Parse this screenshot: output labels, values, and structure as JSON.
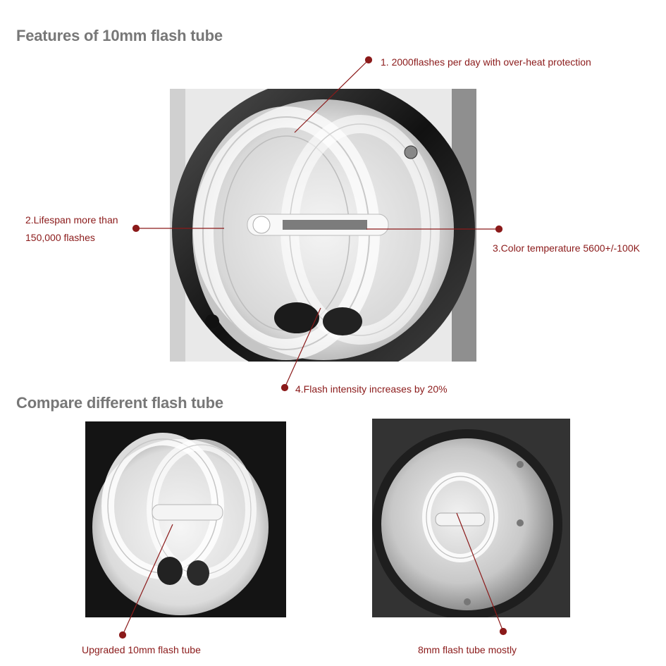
{
  "headings": {
    "features": "Features of 10mm flash tube",
    "compare": "Compare different flash tube"
  },
  "callouts": {
    "overheat": "1. 2000flashes per day with over-heat protection",
    "lifespan_line1": "2.Lifespan more than",
    "lifespan_line2": "150,000 flashes",
    "color_temp": "3.Color temperature 5600+/-100K",
    "intensity": "4.Flash intensity increases by 20%"
  },
  "captions": {
    "upgraded": "Upgraded 10mm flash tube",
    "mostly": "8mm flash tube mostly"
  },
  "colors": {
    "accent": "#8b1a1a",
    "heading": "#777777"
  }
}
